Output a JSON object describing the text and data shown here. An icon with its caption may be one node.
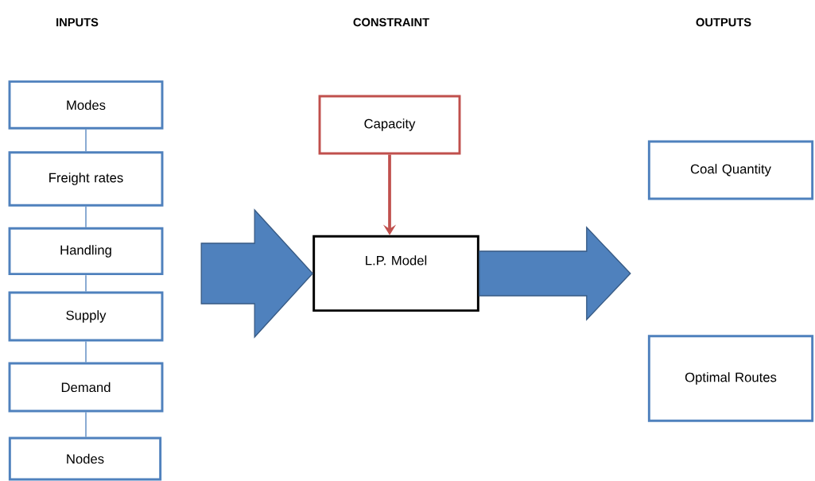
{
  "diagram": {
    "nodes": [
      {
        "text": [
          "Modes"
        ]
      },
      {
        "text": [
          "Freight rates"
        ]
      },
      {
        "text": [
          "Handling"
        ]
      },
      {
        "text": [
          "Supply"
        ]
      },
      {
        "text": [
          "Demand"
        ]
      },
      {
        "text": [
          "Nodes"
        ]
      },
      {
        "text": [
          "Capacity"
        ]
      },
      {
        "text": [
          "L.P. Model"
        ]
      },
      {
        "text": [
          "Coal Quantity"
        ]
      },
      {
        "text": [
          "Optimal Routes"
        ]
      }
    ],
    "edges": [
      {
        "from": 0,
        "to": 1,
        "arrow": "none"
      },
      {
        "from": 1,
        "to": 2,
        "arrow": "none"
      },
      {
        "from": 2,
        "to": 3,
        "arrow": "none"
      },
      {
        "from": 3,
        "to": 4,
        "arrow": "none"
      },
      {
        "from": 4,
        "to": 5,
        "arrow": "none"
      },
      {
        "from": 6,
        "to": 7,
        "arrow": "to",
        "style": "thick",
        "color": "#c0504d"
      },
      {
        "from": null,
        "to": 7,
        "arrow": "to",
        "style": "thick"
      },
      {
        "from": 7,
        "to": null,
        "arrow": "to",
        "style": "thick"
      }
    ],
    "labels": [
      "INPUTS",
      "CONSTRAINT",
      "OUTPUTS"
    ]
  }
}
